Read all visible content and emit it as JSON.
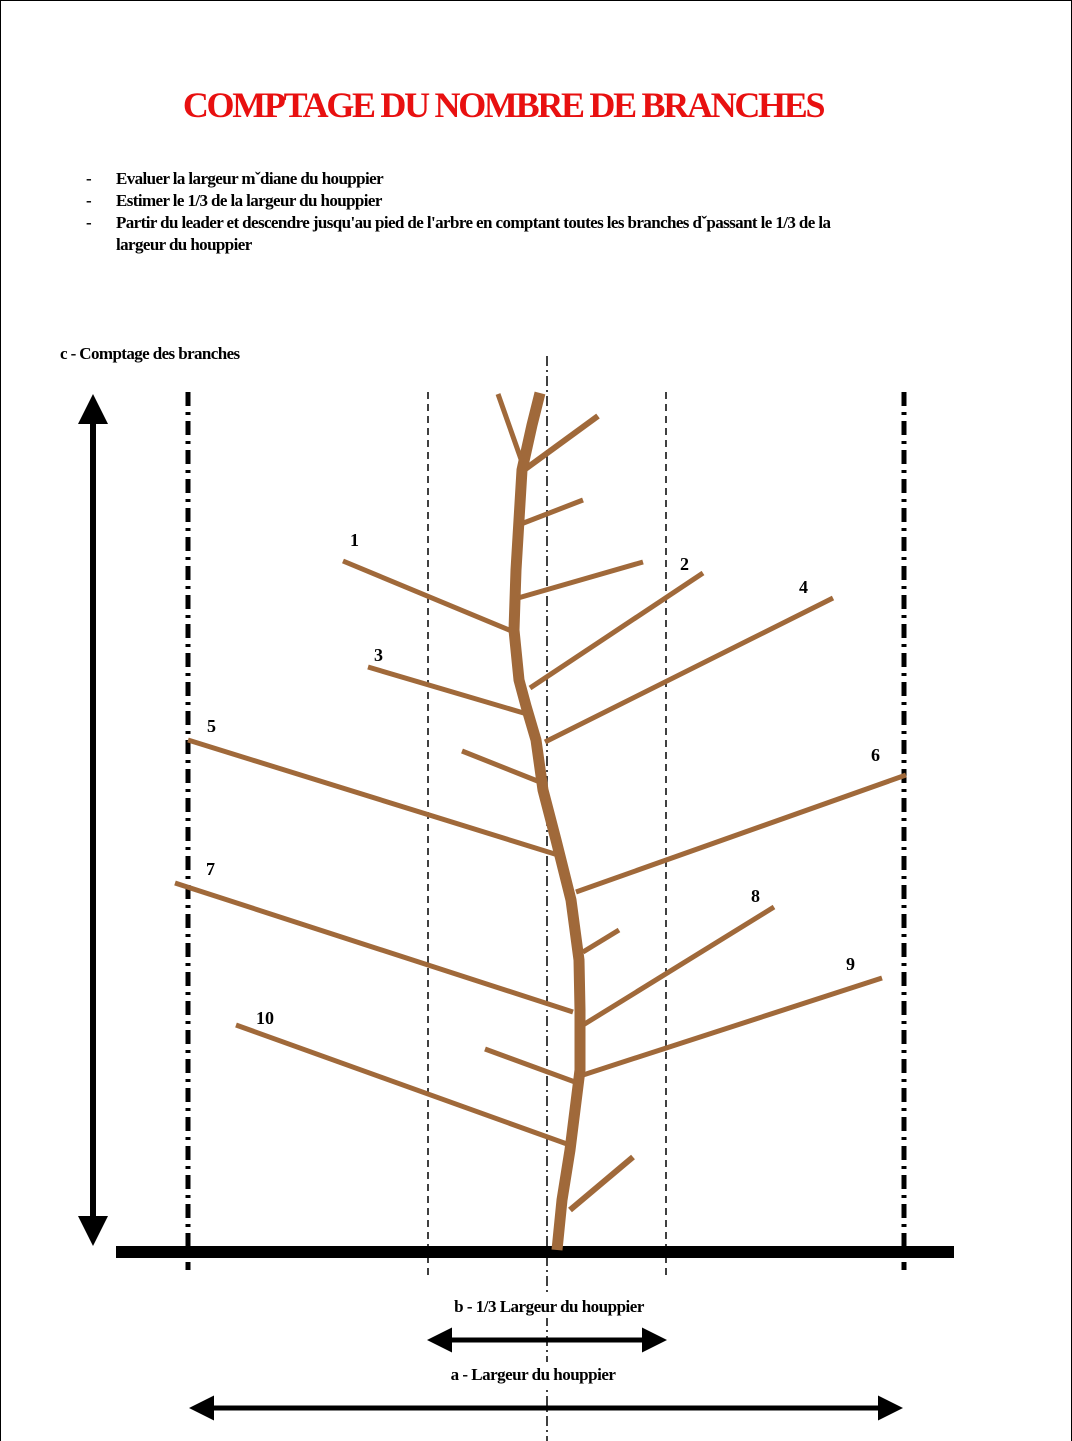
{
  "title": "COMPTAGE DU NOMBRE DE BRANCHES",
  "instructions": [
    "Evaluer la largeur mˇdiane du houppier",
    "Estimer le 1/3 de la largeur du houppier",
    "Partir du leader et descendre jusqu'au pied de l'arbre en comptant toutes les branches dˇpassant le 1/3 de la largeur du houppier"
  ],
  "section_label": "c - Comptage des branches",
  "labels": {
    "third_width": "b - 1/3 Largeur du houppier",
    "full_width": "a - Largeur du houppier"
  },
  "branch_numbers": [
    "1",
    "2",
    "3",
    "4",
    "5",
    "6",
    "7",
    "8",
    "9",
    "10"
  ],
  "colors": {
    "title": "#e81010",
    "tree": "#a0693a",
    "lines": "#000000"
  }
}
